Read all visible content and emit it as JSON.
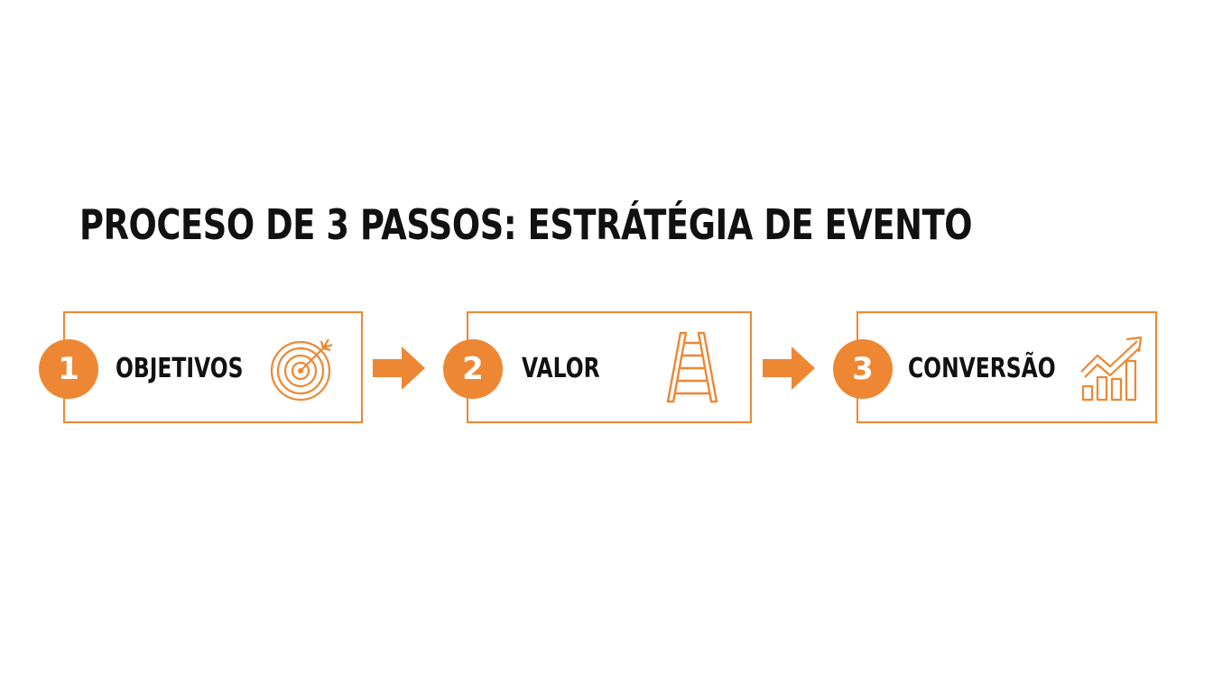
{
  "title": "PROCESO DE 3 PASSOS: ESTRÁTÉGIA DE EVENTO",
  "accent_color": "#ee8733",
  "steps": [
    {
      "number": "1",
      "label": "OBJETIVOS",
      "icon": "target-icon"
    },
    {
      "number": "2",
      "label": "VALOR",
      "icon": "ladder-icon"
    },
    {
      "number": "3",
      "label": "CONVERSÃO",
      "icon": "growth-chart-icon"
    }
  ]
}
